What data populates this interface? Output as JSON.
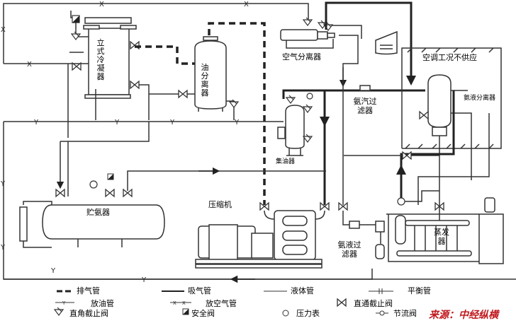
{
  "diagram": {
    "title": "氨制冷系统流程图",
    "equipment": {
      "vertical_condenser": "立式冷凝器",
      "oil_separator": "油分离器",
      "air_separator": "空气分离器",
      "oil_collector": "集油器",
      "ammonia_gas_filter": "氨汽过滤器",
      "ac_condition_note": "空调工况不供应",
      "ammonia_liquid_separator": "氨液分离器",
      "receiver": "贮氨器",
      "compressor": "压缩机",
      "ammonia_liquid_filter": "氨液过滤器",
      "evaporator": "蒸发器"
    },
    "line_markers": {
      "air_vent": "X",
      "oil_drain": "Y"
    },
    "legend": [
      {
        "symbol": "thick-dash",
        "label": "排气管"
      },
      {
        "symbol": "solid-line",
        "label": "吸气管"
      },
      {
        "symbol": "thin-line",
        "label": "液体管"
      },
      {
        "symbol": "balance-line",
        "label": "平衡管"
      },
      {
        "symbol": "oil-drain-line",
        "symbol_text": "—Y—",
        "label": "放油管"
      },
      {
        "symbol": "air-vent-line",
        "symbol_text": "—X—X—",
        "label": "放空气管"
      },
      {
        "symbol": "straight-stop-valve",
        "label": "直通截止阀"
      },
      {
        "symbol": "angle-stop-valve",
        "label": "直角截止阀"
      },
      {
        "symbol": "safety-valve",
        "label": "安全阀"
      },
      {
        "symbol": "pressure-gauge",
        "label": "压力表"
      },
      {
        "symbol": "throttle-valve",
        "label": "节流阀"
      }
    ],
    "source": "来源：中经纵横",
    "colors": {
      "line": "#333333",
      "source_text": "#c0181d"
    }
  }
}
